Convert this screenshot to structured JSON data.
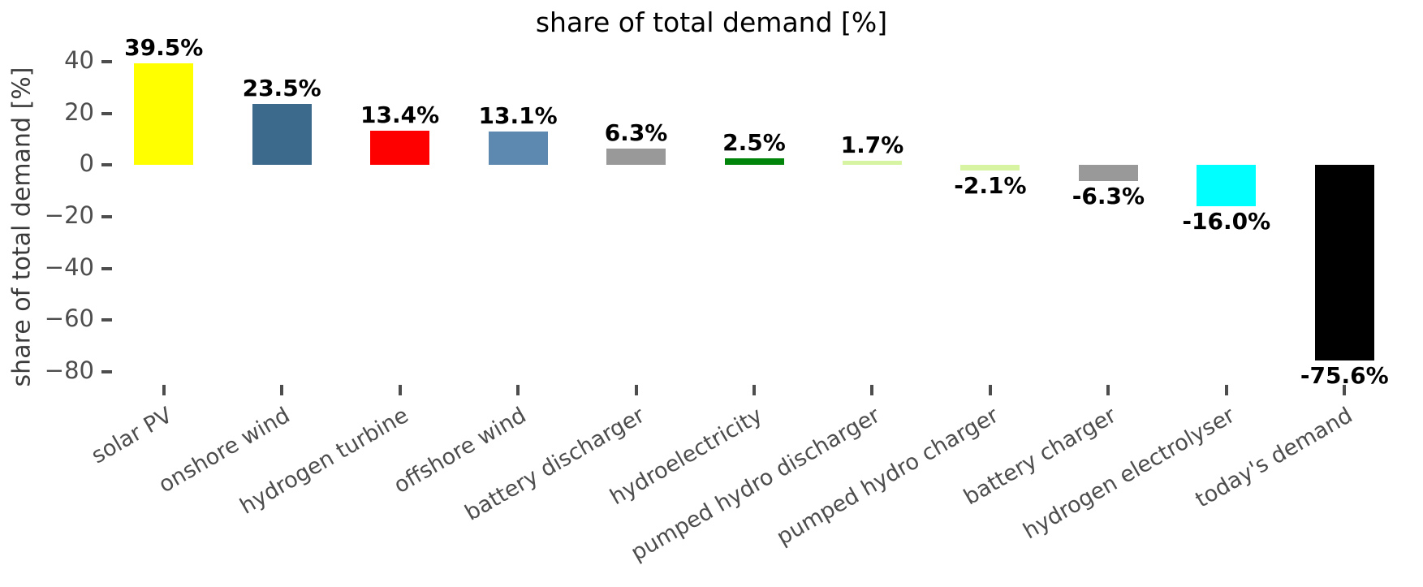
{
  "chart_data": {
    "type": "bar",
    "title": "share of total demand [%]",
    "xlabel": "",
    "ylabel": "share of total demand [%]",
    "ylim": [
      -85,
      45
    ],
    "yticks": [
      40,
      20,
      0,
      -20,
      -40,
      -60,
      -80
    ],
    "ytick_labels": [
      "40",
      "20",
      "0",
      "−20",
      "−40",
      "−60",
      "−80"
    ],
    "grid": false,
    "legend": "none",
    "categories": [
      "solar PV",
      "onshore wind",
      "hydrogen turbine",
      "offshore wind",
      "battery discharger",
      "hydroelectricity",
      "pumped hydro discharger",
      "pumped hydro charger",
      "battery charger",
      "hydrogen electrolyser",
      "today's demand"
    ],
    "values": [
      39.5,
      23.5,
      13.4,
      13.1,
      6.3,
      2.5,
      1.7,
      -2.1,
      -6.3,
      -16.0,
      -75.6
    ],
    "value_labels": [
      "39.5%",
      "23.5%",
      "13.4%",
      "13.1%",
      "6.3%",
      "2.5%",
      "1.7%",
      "-2.1%",
      "-6.3%",
      "-16.0%",
      "-75.6%"
    ],
    "colors": [
      "#ffff00",
      "#3b6a8c",
      "#ff0000",
      "#5d89b0",
      "#999999",
      "#00840a",
      "#d7f4a3",
      "#d7f4a3",
      "#999999",
      "#00ffff",
      "#000000"
    ],
    "axis_color": "#4d4d4d",
    "label_color": "#000000",
    "background": "#ffffff"
  }
}
